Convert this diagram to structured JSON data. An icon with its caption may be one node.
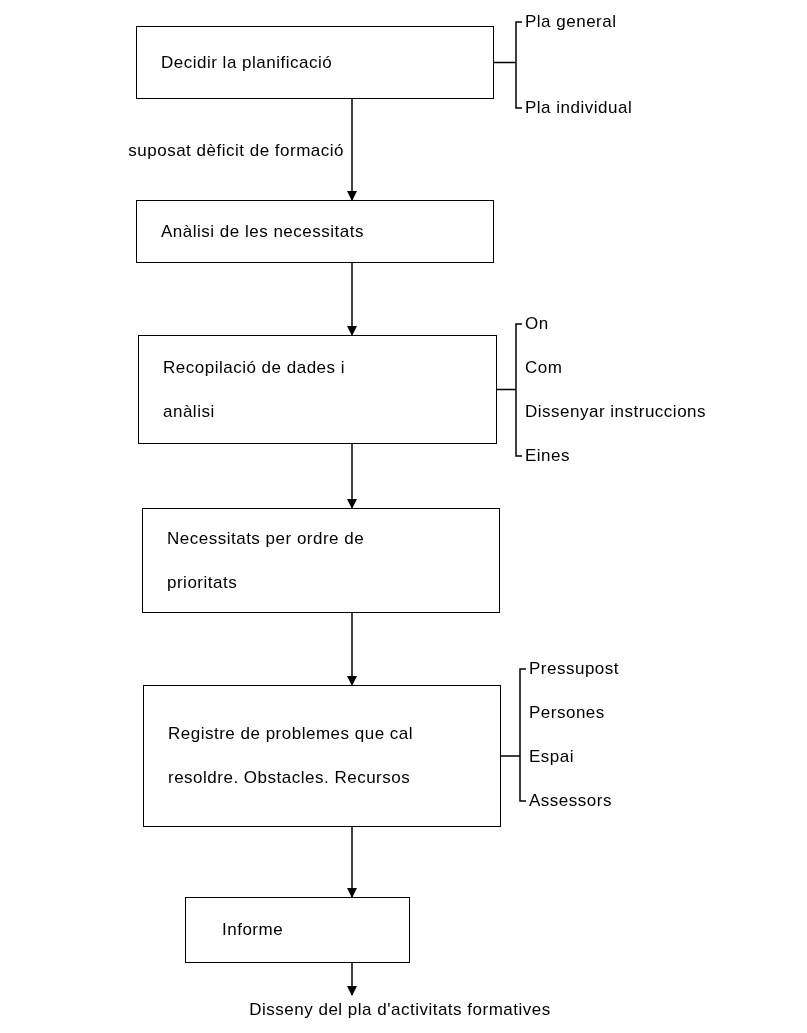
{
  "diagram": {
    "nodes": [
      {
        "text": [
          "Decidir la planificació"
        ],
        "beside": [
          "Pla general",
          "Pla individual"
        ]
      },
      {
        "text": [
          "Anàlisi de les necessitats"
        ]
      },
      {
        "text": [
          "Recopilació de dades i anàlisi"
        ],
        "beside": [
          "On",
          "Com",
          "Dissenyar instruccions",
          "Eines"
        ]
      },
      {
        "text": [
          "Necessitats per ordre de prioritats"
        ]
      },
      {
        "text": [
          "Registre de problemes que cal resoldre. Obstacles. Recursos"
        ],
        "beside": [
          "Pressupost",
          "Persones",
          "Espai",
          "Assessors"
        ]
      },
      {
        "text": [
          "Informe"
        ]
      },
      {
        "text": [
          "Disseny del pla d'activitats formatives"
        ]
      }
    ],
    "edges": [
      {
        "from": 0,
        "to": 1,
        "arrow": "to",
        "label": "suposat dèficit de formació"
      },
      {
        "from": 1,
        "to": 2,
        "arrow": "to"
      },
      {
        "from": 2,
        "to": 3,
        "arrow": "to"
      },
      {
        "from": 3,
        "to": 4,
        "arrow": "to"
      },
      {
        "from": 4,
        "to": 5,
        "arrow": "to"
      },
      {
        "from": 5,
        "to": 6,
        "arrow": "to"
      }
    ]
  }
}
